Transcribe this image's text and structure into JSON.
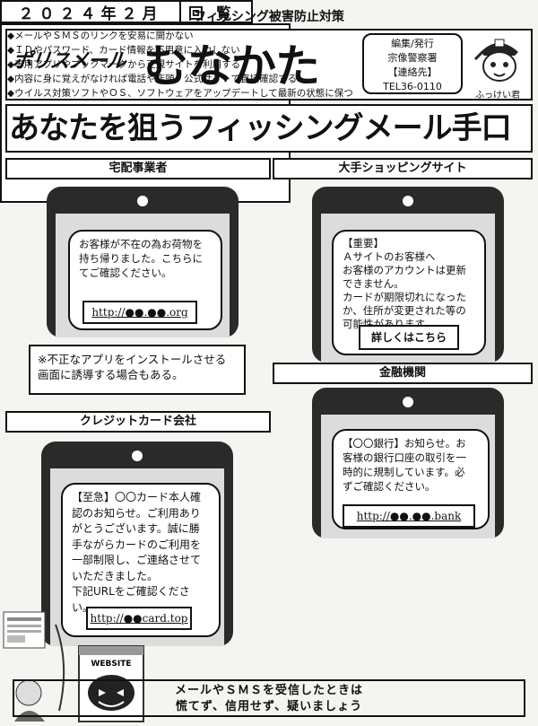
{
  "header": {
    "date": "２０２４年２月",
    "kairan": "回覧",
    "series": "ポリスメール",
    "city": "むなかた",
    "publisher": [
      "編集/発行",
      "宗像警察署",
      "【連絡先】",
      "TEL36-0110"
    ],
    "mascot_name": "ふっけい君"
  },
  "banner": "あなたを狙うフィッシングメール手口",
  "sections": {
    "delivery": {
      "title": "宅配事業者",
      "message": [
        "お客様が不在の為お荷物を",
        "持ち帰りました。こちらに",
        "てご確認ください。"
      ],
      "link": "http://●●.●●.org",
      "note": [
        "※不正なアプリをインストールさせる",
        "画面に誘導する場合もある。"
      ]
    },
    "shopping": {
      "title": "大手ショッピングサイト",
      "message": [
        "【重要】",
        "Ａサイトのお客様へ",
        "お客様のアカウントは更新",
        "できません。",
        "カードが期限切れになった",
        "か、住所が変更された等の",
        "可能性があります。"
      ],
      "button": "詳しくはこちら"
    },
    "bank": {
      "title": "金融機関",
      "message": [
        "【〇〇銀行】お知らせ。お",
        "客様の銀行口座の取引を一",
        "時的に規制しています。必",
        "ずご確認ください。"
      ],
      "link": "http://●●.●●.bank"
    },
    "credit": {
      "title": "クレジットカード会社",
      "message": [
        "【至急】〇〇カード本人確",
        "認のお知らせ。ご利用あり",
        "がとうございます。誠に勝",
        "手ながらカードのご利用を",
        "一部制限し、ご連絡させて",
        "いただきました。",
        "下記URLをご確認ください。"
      ],
      "link": "http://●●card.top"
    }
  },
  "prevention": {
    "title": "フィッシング被害防止対策",
    "items": [
      "メールやＳＭＳのリンクを安易に開かない",
      "ＩＤやパスワード、カード情報を不用意に入力しない",
      "専用アプリやブックマークから正規サイトを利用する",
      "内容に身に覚えがなければ電話や店頭、公式サイトで直接確認する",
      "ウイルス対策ソフトやＯＳ、ソフトウェアをアップデートして最新の状態に保つ"
    ],
    "slogan": [
      "メールやＳＭＳを受信したときは",
      "慌てず、信用せず、疑いましょう"
    ]
  },
  "illustration": {
    "label": "WEBSITE"
  },
  "colors": {
    "ink": "#111111",
    "phone": "#2a2a2a",
    "screen": "#dcdcdc"
  }
}
